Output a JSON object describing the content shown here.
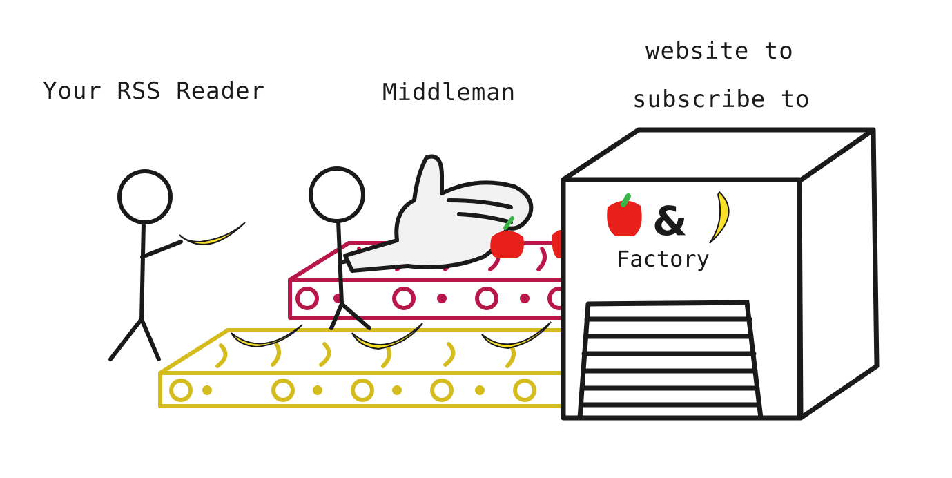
{
  "labels": {
    "reader": "Your RSS Reader",
    "middleman": "Middleman",
    "website_line1": "website to",
    "website_line2": "subscribe to"
  },
  "factory": {
    "ampersand": "&",
    "name": "Factory"
  },
  "colors": {
    "ink": "#1a1a1a",
    "banana": "#f7e12a",
    "banana_belt": "#d4bc1e",
    "apple_belt": "#b8174a",
    "apple": "#e8201c",
    "leaf": "#39b54a"
  }
}
